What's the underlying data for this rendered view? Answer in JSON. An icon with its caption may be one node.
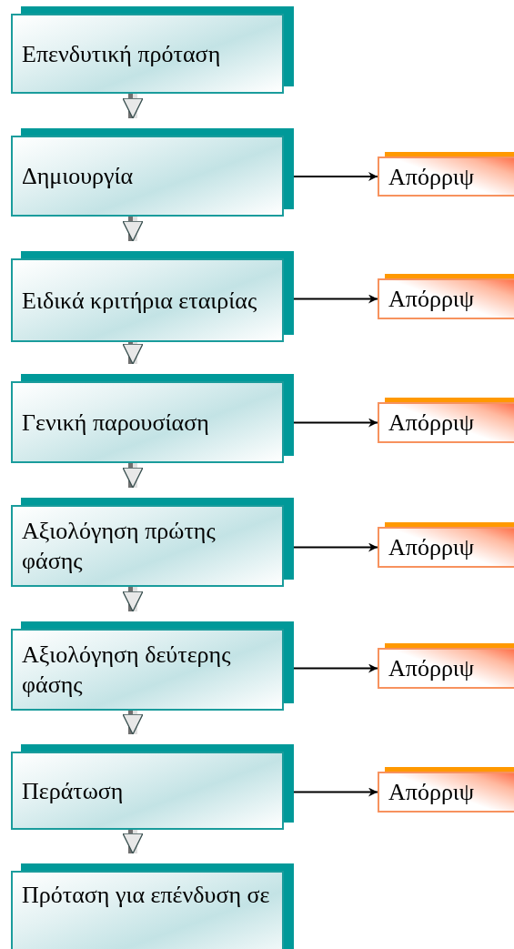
{
  "diagram": {
    "nodes": [
      {
        "text": [
          "Επενδυτική πρόταση"
        ]
      },
      {
        "text": [
          "Δημιουργία"
        ]
      },
      {
        "text": [
          "Απόρριψ"
        ]
      },
      {
        "text": [
          "Ειδικά κριτήρια εταιρίας"
        ]
      },
      {
        "text": [
          "Απόρριψ"
        ]
      },
      {
        "text": [
          "Γενική παρουσίαση"
        ]
      },
      {
        "text": [
          "Απόρριψ"
        ]
      },
      {
        "text": [
          "Αξιολόγηση πρώτης φάσης"
        ]
      },
      {
        "text": [
          "Απόρριψ"
        ]
      },
      {
        "text": [
          "Αξιολόγηση δεύτερης φάσης"
        ]
      },
      {
        "text": [
          "Απόρριψ"
        ]
      },
      {
        "text": [
          "Περάτωση"
        ]
      },
      {
        "text": [
          "Απόρριψ"
        ]
      },
      {
        "text": [
          "Πρόταση για επένδυση σε"
        ]
      }
    ],
    "edges": [
      {
        "from": 0,
        "to": 1,
        "arrow": "to",
        "style": "thick"
      },
      {
        "from": 1,
        "to": 2,
        "arrow": "to"
      },
      {
        "from": 1,
        "to": 3,
        "arrow": "to",
        "style": "thick"
      },
      {
        "from": 3,
        "to": 4,
        "arrow": "to"
      },
      {
        "from": 3,
        "to": 5,
        "arrow": "to",
        "style": "thick"
      },
      {
        "from": 5,
        "to": 6,
        "arrow": "to"
      },
      {
        "from": 5,
        "to": 7,
        "arrow": "to",
        "style": "thick"
      },
      {
        "from": 7,
        "to": 8,
        "arrow": "to"
      },
      {
        "from": 7,
        "to": 9,
        "arrow": "to",
        "style": "thick"
      },
      {
        "from": 9,
        "to": 10,
        "arrow": "to"
      },
      {
        "from": 9,
        "to": 11,
        "arrow": "to",
        "style": "thick"
      },
      {
        "from": 11,
        "to": 12,
        "arrow": "to"
      },
      {
        "from": 11,
        "to": 13,
        "arrow": "to",
        "style": "thick"
      }
    ]
  }
}
